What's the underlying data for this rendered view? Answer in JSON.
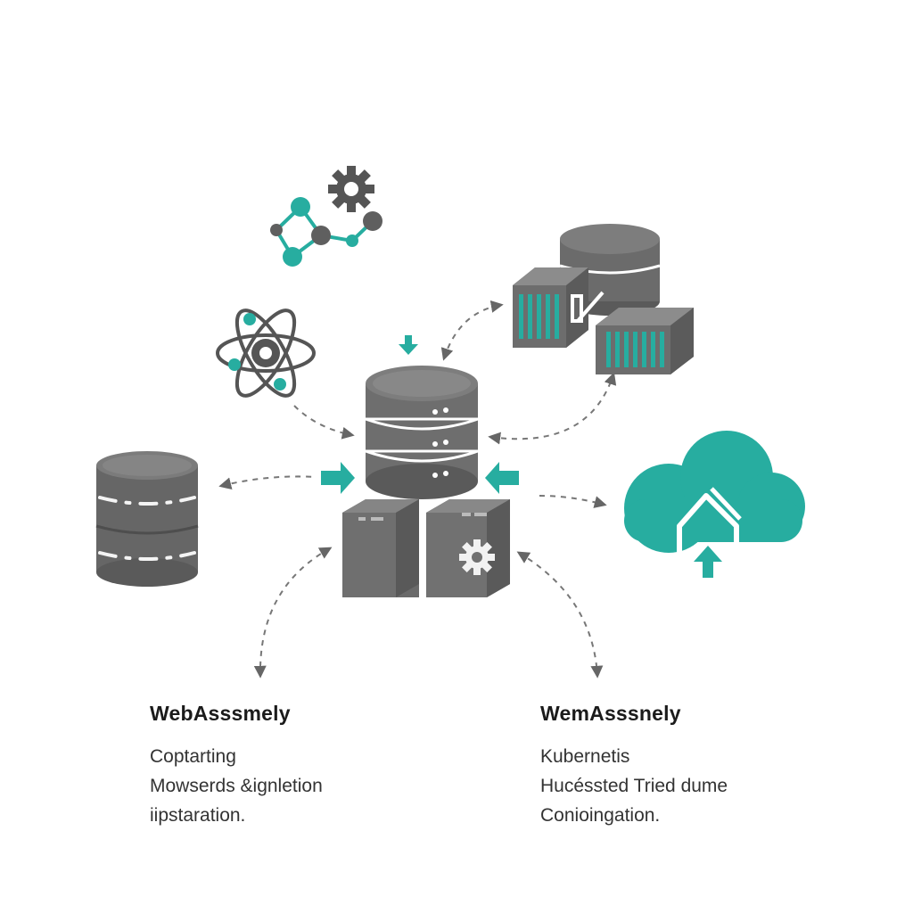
{
  "colors": {
    "accent": "#27ada0",
    "dark": "#5f5f5f",
    "mid": "#777777",
    "light": "#8e8e8e",
    "dash": "#7a7a7a"
  },
  "icons": {
    "network": "network-nodes-icon",
    "gear": "gear-icon",
    "atom": "atom-icon",
    "central_db": "database-stack-icon",
    "left_db": "database-icon",
    "containers": "container-cluster-icon",
    "cloud": "cloud-upload-icon",
    "box_plain": "server-box-icon",
    "box_gear": "server-box-gear-icon"
  },
  "captions": {
    "left": {
      "title": "WebAsssmely",
      "lines": [
        "Coptarting",
        "Mowserds &ignletion",
        "iipstaration."
      ]
    },
    "right": {
      "title": "WemAsssnely",
      "lines": [
        "Kubernetis",
        "Hucéssted Tried dume",
        "Conioingation."
      ]
    }
  }
}
